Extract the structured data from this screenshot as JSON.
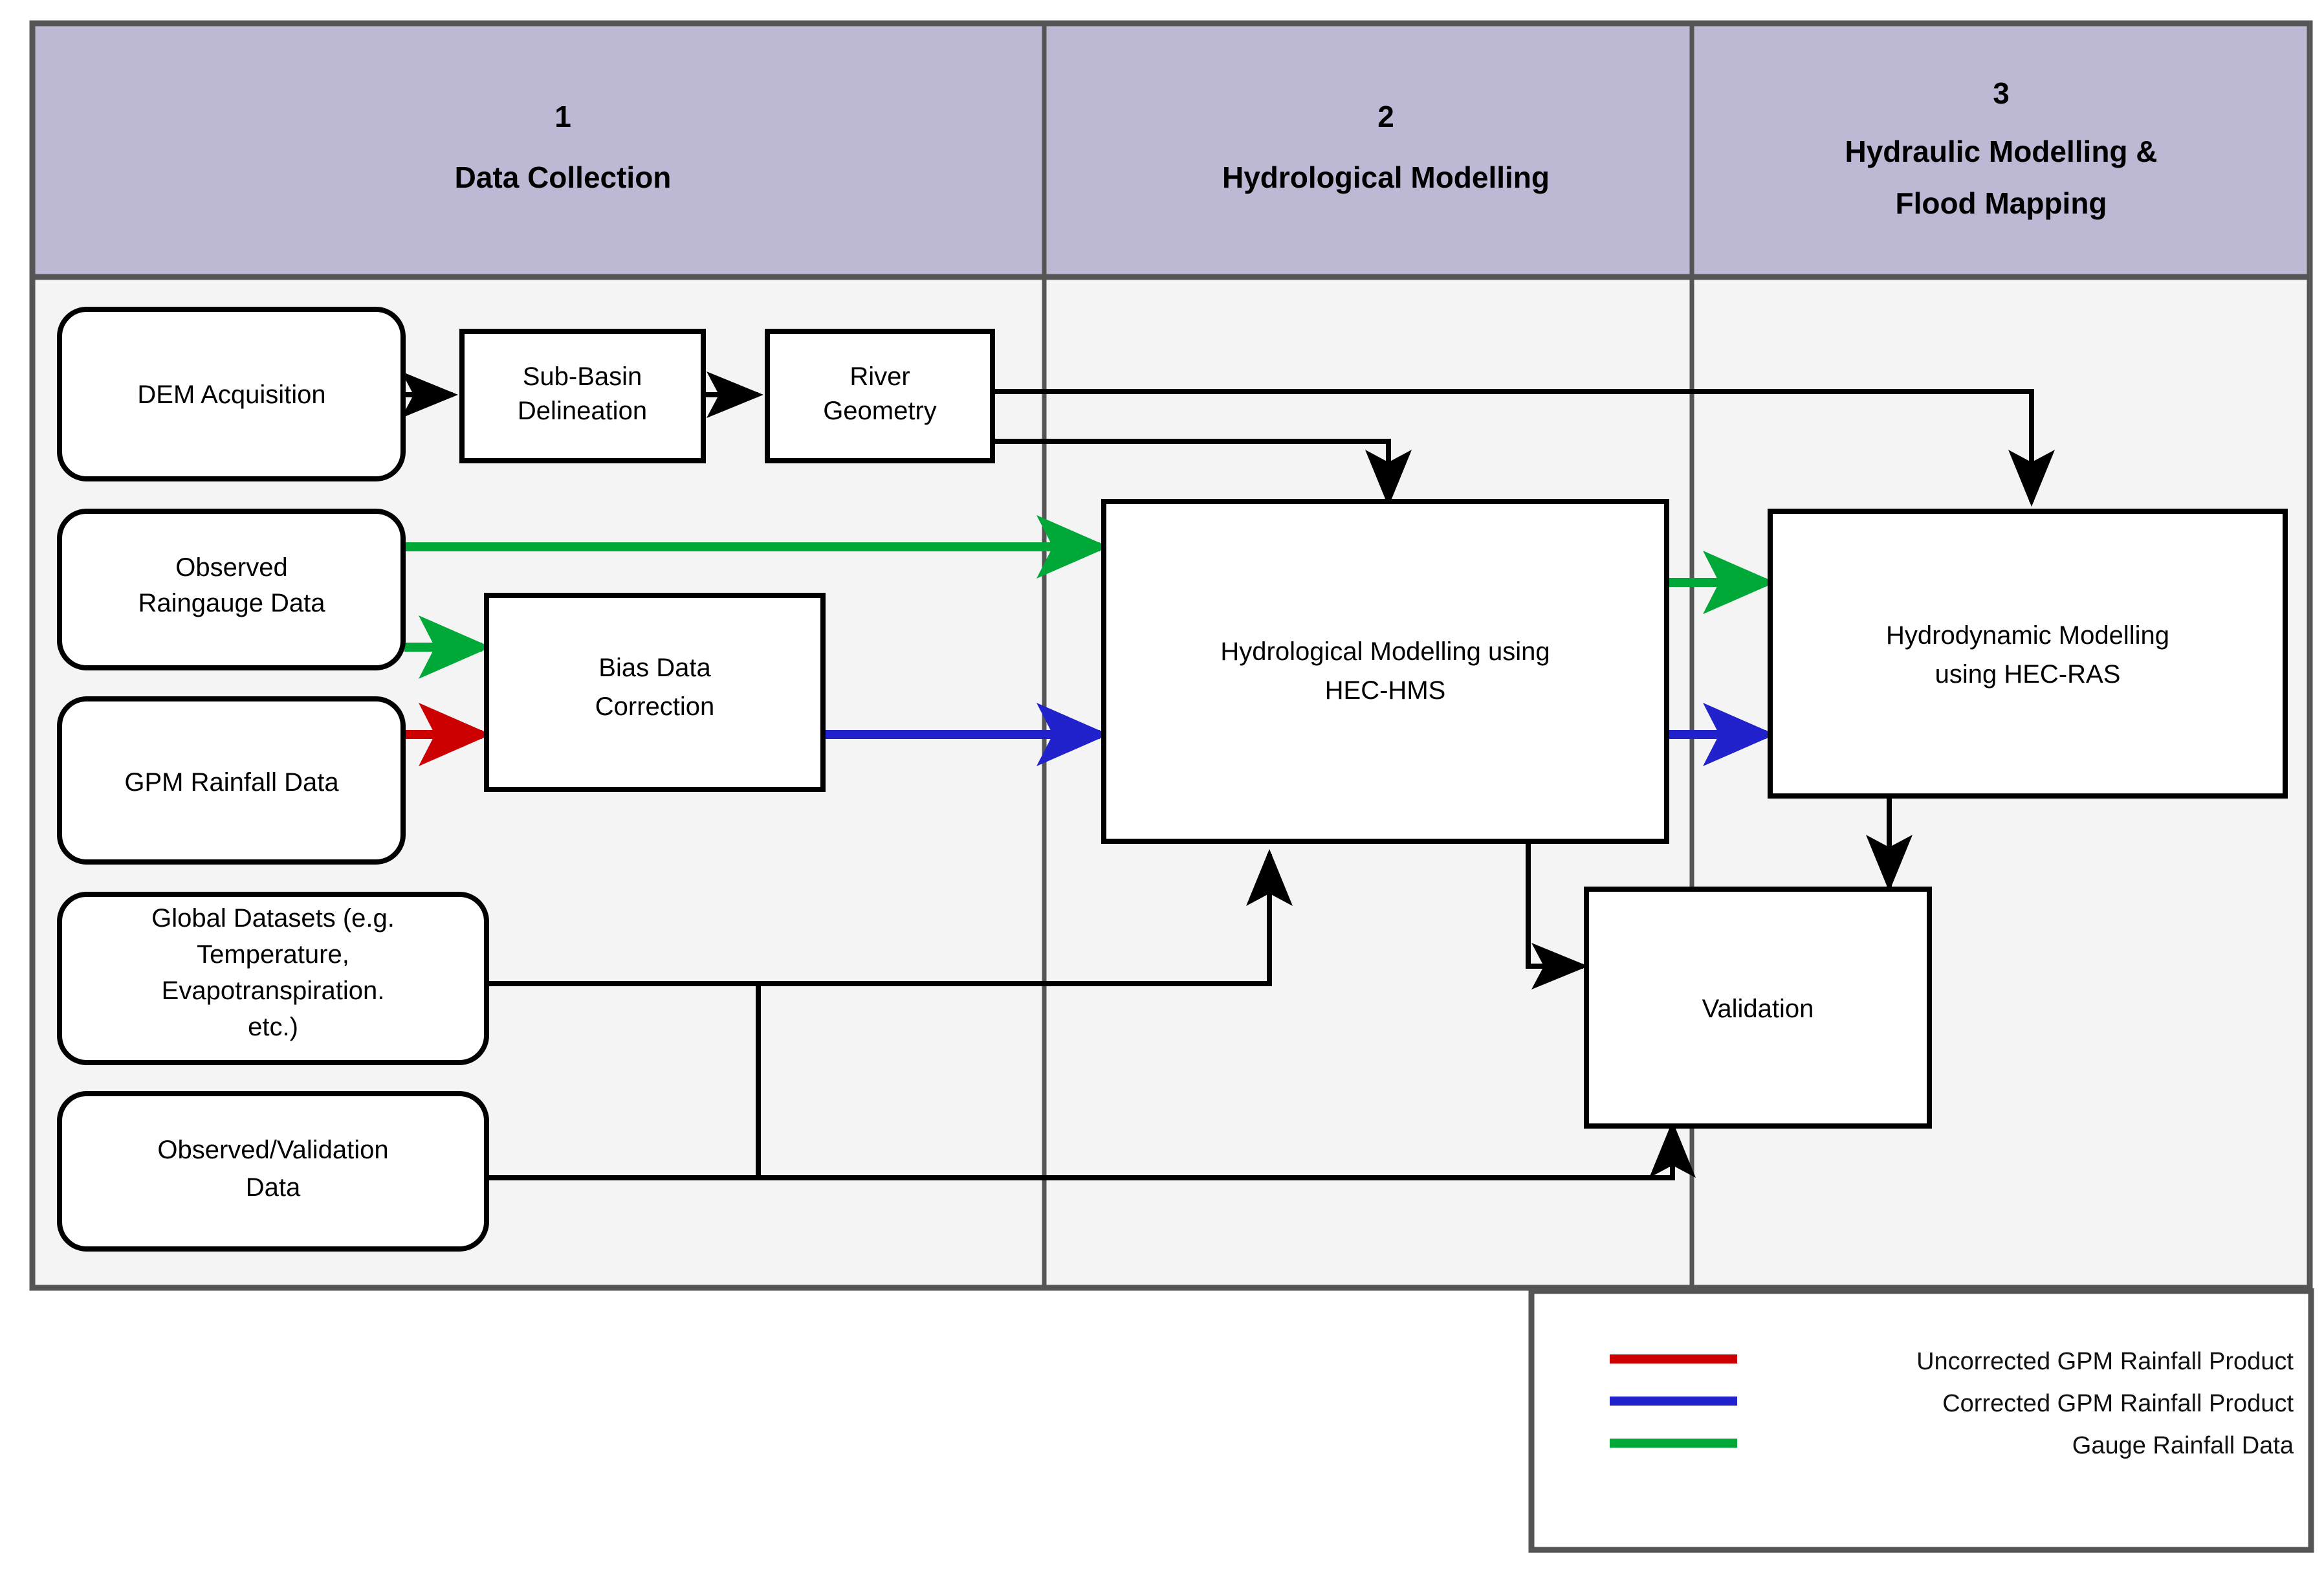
{
  "figure": {
    "title": "Flood modelling methodology flowchart",
    "background": "#ffffff",
    "frame_border": "#555555",
    "header_fill": "#bdb9d4",
    "panel_fill": "#f4f4f4"
  },
  "columns": [
    {
      "number": "1",
      "label": "Data Collection"
    },
    {
      "number": "2",
      "label": "Hydrological Modelling"
    },
    {
      "number": "3",
      "label_line1": "Hydraulic Modelling  &",
      "label_line2": "Flood Mapping"
    }
  ],
  "nodes": {
    "dem": {
      "label": "DEM Acquisition",
      "shape": "rounded"
    },
    "subbasin": {
      "line1": "Sub-Basin",
      "line2": "Delineation",
      "shape": "rect"
    },
    "river": {
      "line1": "River",
      "line2": "Geometry",
      "shape": "rect"
    },
    "raingauge": {
      "line1": "Observed",
      "line2": "Raingauge Data",
      "shape": "rounded"
    },
    "gpm": {
      "label": "GPM Rainfall Data",
      "shape": "rounded"
    },
    "bias": {
      "line1": "Bias Data",
      "line2": "Correction",
      "shape": "rect"
    },
    "global": {
      "line1": "Global Datasets (e.g.",
      "line2": "Temperature,",
      "line3": "Evapotranspiration.",
      "line4": "etc.)",
      "shape": "rounded"
    },
    "obsval": {
      "line1": "Observed/Validation",
      "line2": "Data",
      "shape": "rounded"
    },
    "hms": {
      "line1": "Hydrological Modelling using",
      "line2": "HEC-HMS",
      "shape": "rect"
    },
    "ras": {
      "line1": "Hydrodynamic Modelling",
      "line2": "using HEC-RAS",
      "shape": "rect"
    },
    "validation": {
      "label": "Validation",
      "shape": "rect"
    }
  },
  "legend": {
    "items": [
      {
        "label": "Uncorrected GPM Rainfall Product",
        "color": "#cc0000"
      },
      {
        "label": "Corrected GPM Rainfall Product",
        "color": "#2222cc"
      },
      {
        "label": "Gauge Rainfall Data",
        "color": "#00a838"
      }
    ]
  },
  "colors": {
    "red": "#cc0000",
    "blue": "#2222cc",
    "green": "#00a838",
    "black": "#000000"
  }
}
